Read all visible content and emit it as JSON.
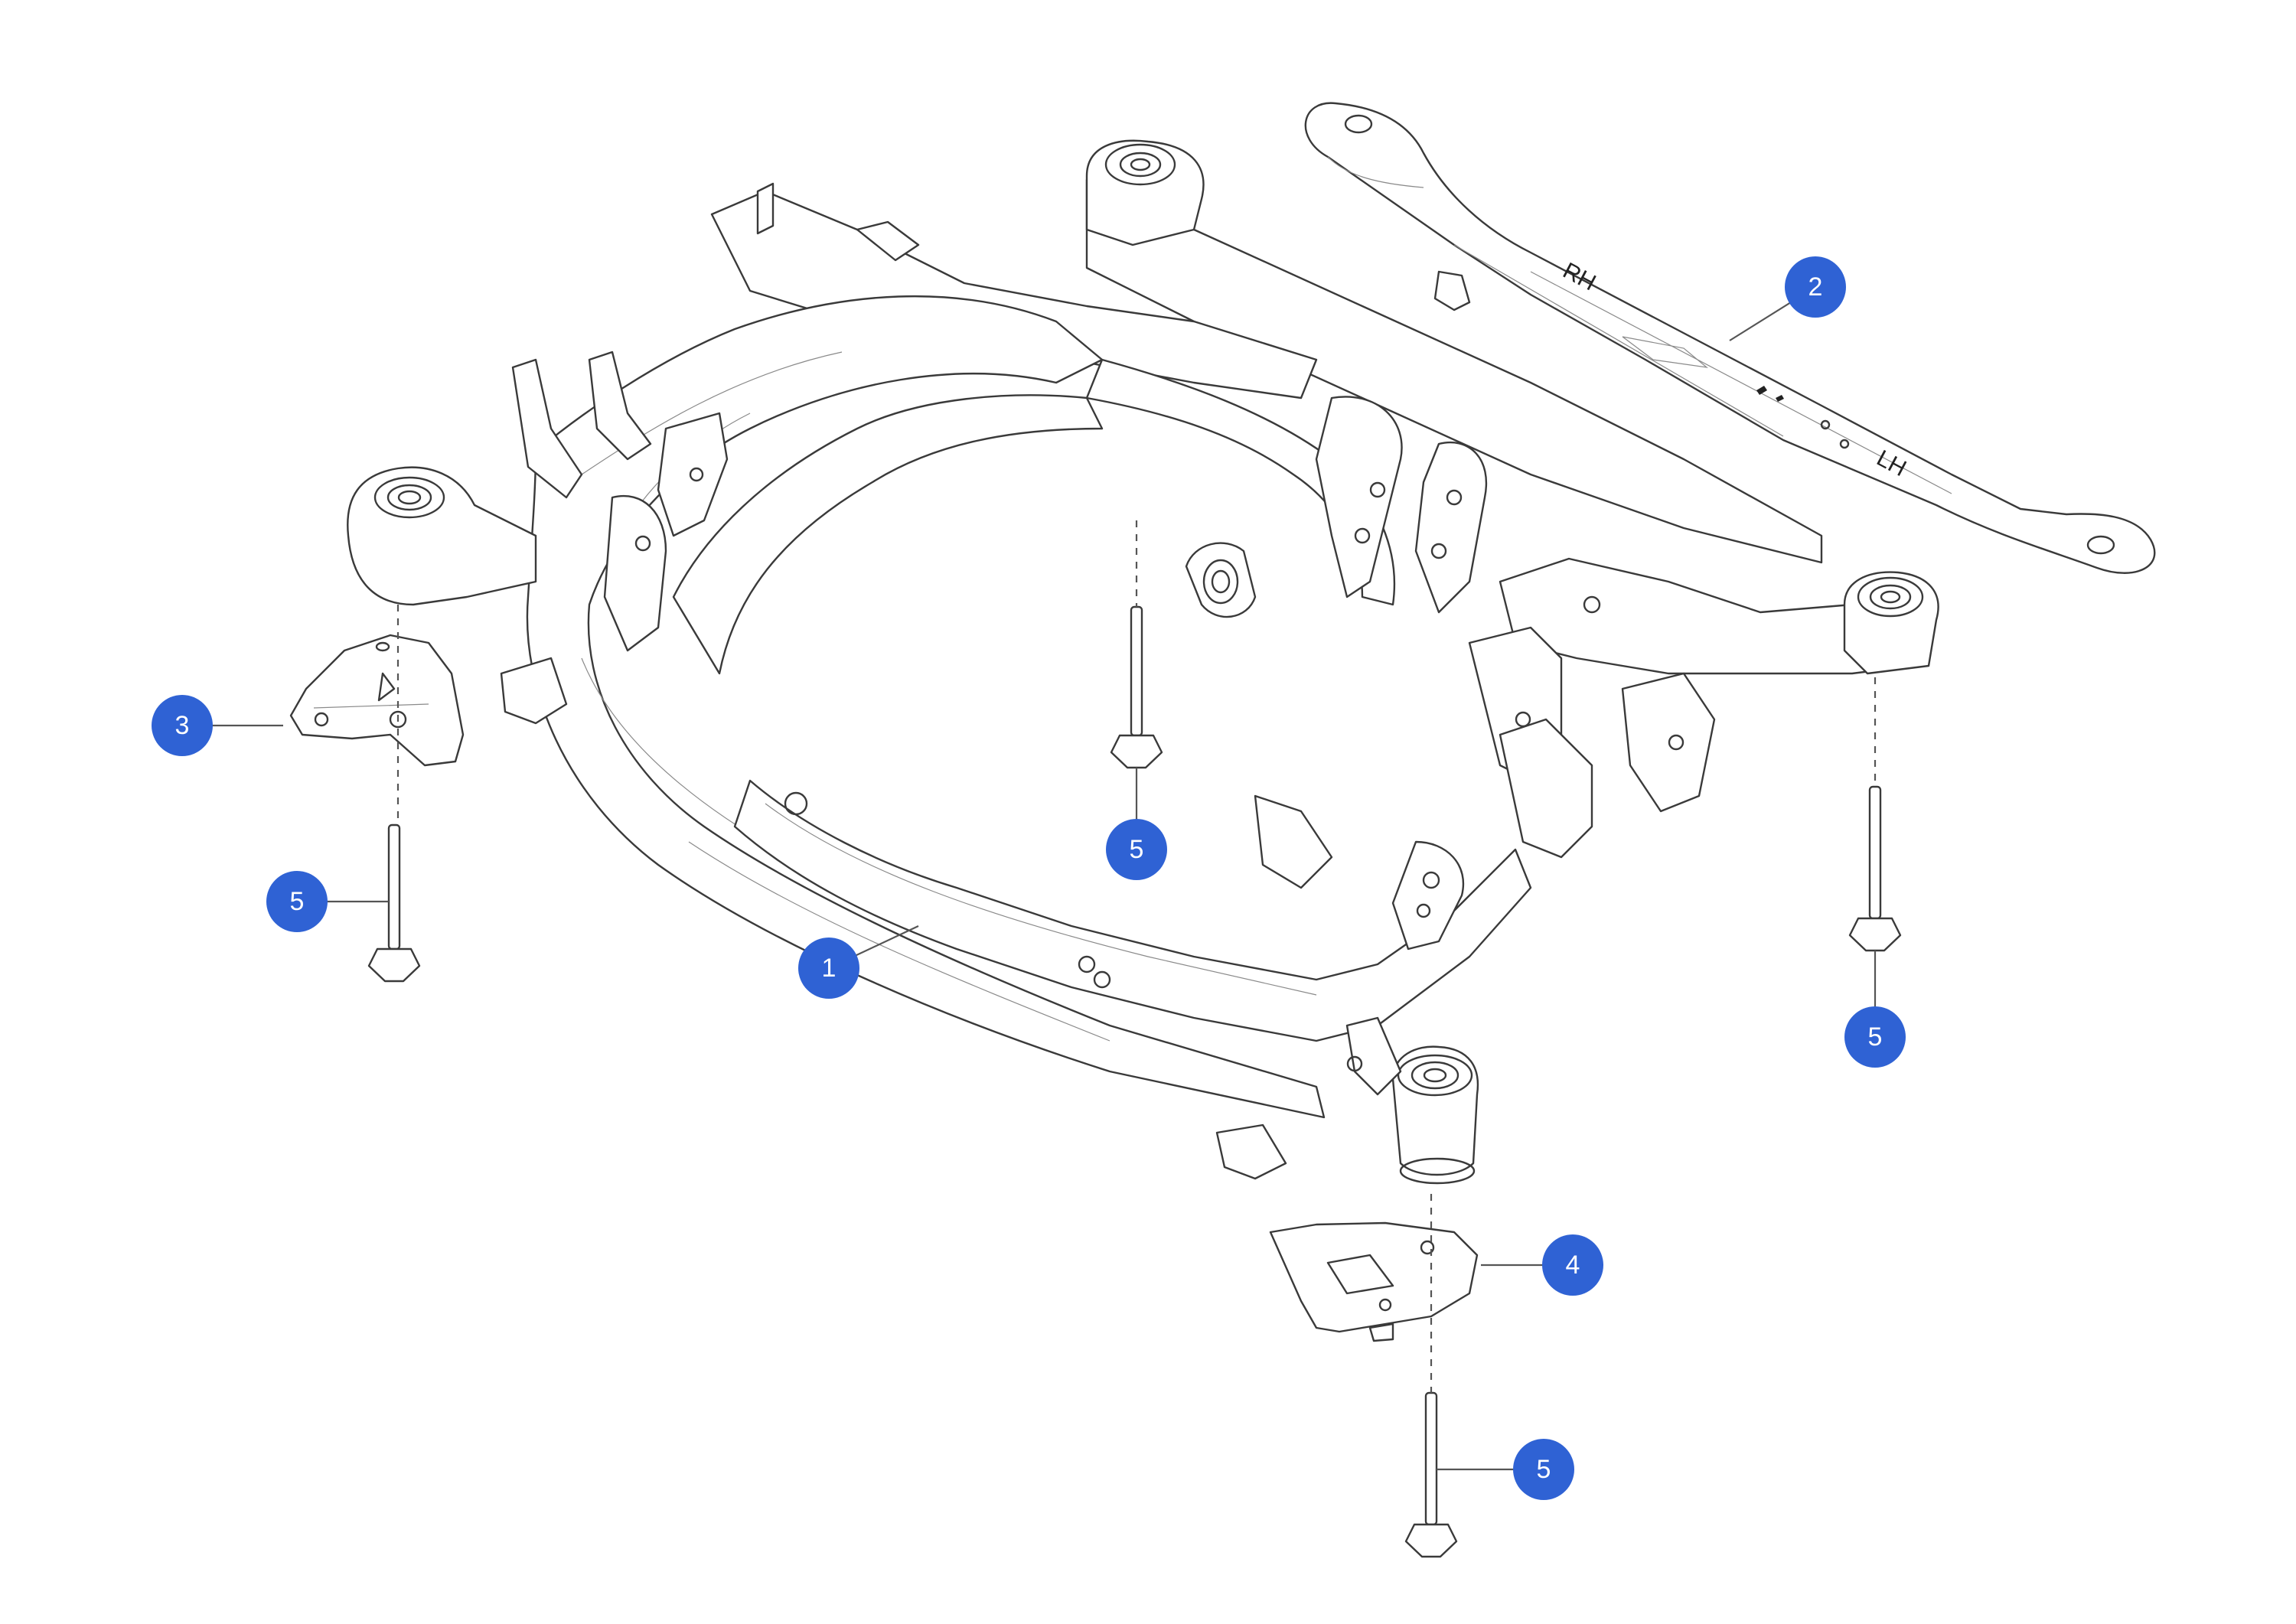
{
  "diagram": {
    "parts": [
      {
        "id": "subframe",
        "callout": "1"
      },
      {
        "id": "rear-crossmember",
        "callout": "2"
      },
      {
        "id": "left-mount-bracket",
        "callout": "3"
      },
      {
        "id": "right-mount-bracket",
        "callout": "4"
      },
      {
        "id": "mounting-bolt",
        "callout": "5"
      }
    ],
    "callouts": [
      "1",
      "2",
      "3",
      "4",
      "5",
      "5",
      "5",
      "5"
    ],
    "crossmember_stamps": {
      "rh": "RH",
      "lh": "LH"
    },
    "colors": {
      "callout": "#2f62d4",
      "line": "#3a3a3a",
      "background": "#ffffff"
    }
  }
}
